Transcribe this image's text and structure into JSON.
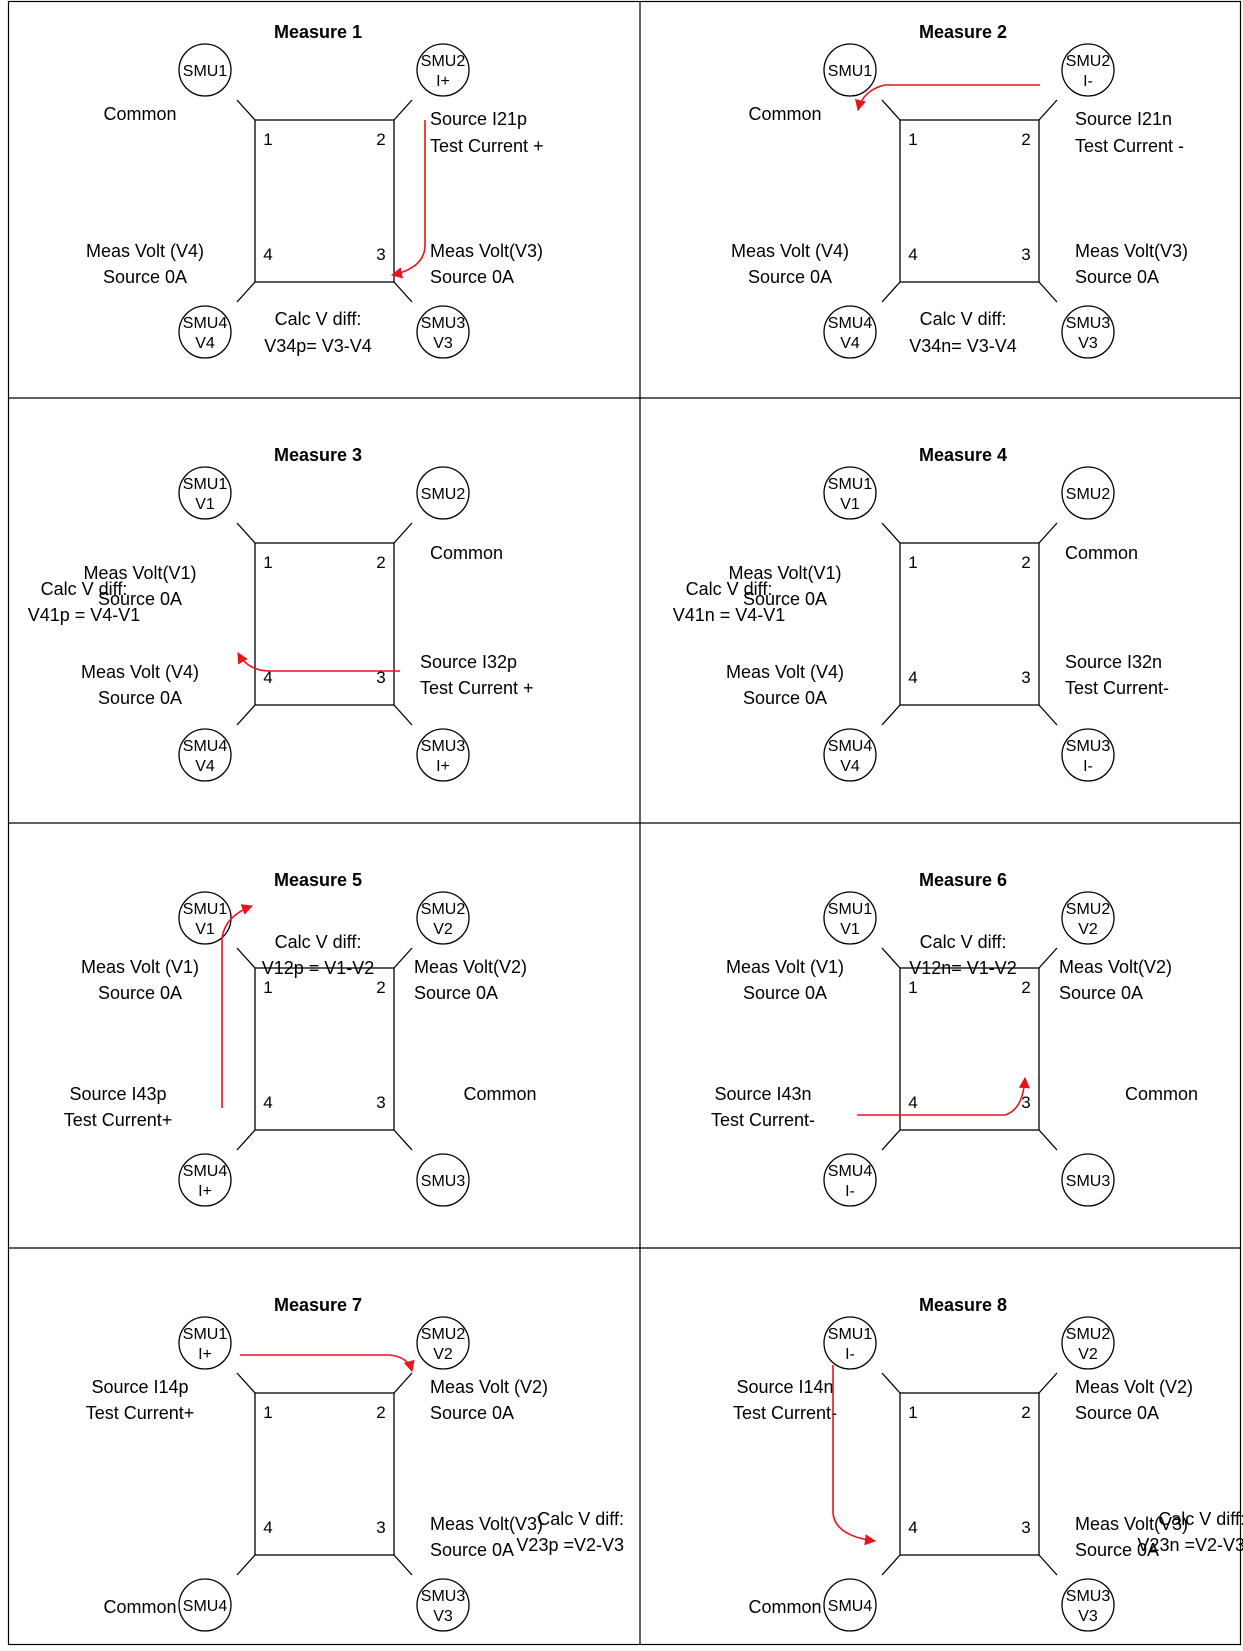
{
  "colors": {
    "arrow": "#e8141b",
    "line": "#000000"
  },
  "panels": [
    {
      "title": "Measure 1",
      "smus": [
        {
          "name": "SMU1",
          "sub": ""
        },
        {
          "name": "SMU2",
          "sub": "I+"
        },
        {
          "name": "SMU3",
          "sub": "V3"
        },
        {
          "name": "SMU4",
          "sub": "V4"
        }
      ],
      "labels": [
        {
          "pos": "tl",
          "lines": [
            "Common"
          ]
        },
        {
          "pos": "tr",
          "lines": [
            "Source I21p",
            "Test Current +"
          ]
        },
        {
          "pos": "bl",
          "lines": [
            "Meas Volt (V4)",
            "Source 0A"
          ]
        },
        {
          "pos": "br",
          "lines": [
            "Meas Volt(V3)",
            "Source 0A"
          ]
        },
        {
          "pos": "bc",
          "lines": [
            "Calc V diff:",
            "V34p= V3-V4"
          ]
        }
      ],
      "arrow": "right-down"
    },
    {
      "title": "Measure 2",
      "smus": [
        {
          "name": "SMU1",
          "sub": ""
        },
        {
          "name": "SMU2",
          "sub": "I-"
        },
        {
          "name": "SMU3",
          "sub": "V3"
        },
        {
          "name": "SMU4",
          "sub": "V4"
        }
      ],
      "labels": [
        {
          "pos": "tl",
          "lines": [
            "Common"
          ]
        },
        {
          "pos": "tr",
          "lines": [
            "Source I21n",
            "Test Current -"
          ]
        },
        {
          "pos": "bl",
          "lines": [
            "Meas Volt (V4)",
            "Source 0A"
          ]
        },
        {
          "pos": "br",
          "lines": [
            "Meas Volt(V3)",
            "Source 0A"
          ]
        },
        {
          "pos": "bc",
          "lines": [
            "Calc V diff:",
            "V34n= V3-V4"
          ]
        }
      ],
      "arrow": "top-left"
    },
    {
      "title": "Measure 3",
      "smus": [
        {
          "name": "SMU1",
          "sub": "V1"
        },
        {
          "name": "SMU2",
          "sub": ""
        },
        {
          "name": "SMU3",
          "sub": "I+"
        },
        {
          "name": "SMU4",
          "sub": "V4"
        }
      ],
      "labels": [
        {
          "pos": "tl",
          "lines": [
            "Meas Volt(V1)",
            "Source 0A"
          ]
        },
        {
          "pos": "tr",
          "lines": [
            "Common"
          ]
        },
        {
          "pos": "ml",
          "lines": [
            "Calc V diff:",
            "V41p = V4-V1"
          ]
        },
        {
          "pos": "bl",
          "lines": [
            "Meas Volt (V4)",
            "Source 0A"
          ]
        },
        {
          "pos": "br",
          "lines": [
            "Source I32p",
            "Test Current +"
          ]
        }
      ],
      "arrow": "bottom-left"
    },
    {
      "title": "Measure 4",
      "smus": [
        {
          "name": "SMU1",
          "sub": "V1"
        },
        {
          "name": "SMU2",
          "sub": ""
        },
        {
          "name": "SMU3",
          "sub": "I-"
        },
        {
          "name": "SMU4",
          "sub": "V4"
        }
      ],
      "labels": [
        {
          "pos": "tl",
          "lines": [
            "Meas Volt(V1)",
            "Source 0A"
          ]
        },
        {
          "pos": "tr",
          "lines": [
            "Common"
          ]
        },
        {
          "pos": "ml",
          "lines": [
            "Calc V diff:",
            "V41n = V4-V1"
          ]
        },
        {
          "pos": "bl",
          "lines": [
            "Meas Volt (V4)",
            "Source 0A"
          ]
        },
        {
          "pos": "br",
          "lines": [
            "Source I32n",
            "Test Current-"
          ]
        }
      ],
      "arrow": "right-up"
    },
    {
      "title": "Measure 5",
      "smus": [
        {
          "name": "SMU1",
          "sub": "V1"
        },
        {
          "name": "SMU2",
          "sub": "V2"
        },
        {
          "name": "SMU3",
          "sub": ""
        },
        {
          "name": "SMU4",
          "sub": "I+"
        }
      ],
      "labels": [
        {
          "pos": "tc",
          "lines": [
            "Calc V diff:",
            "V12p = V1-V2"
          ]
        },
        {
          "pos": "tl",
          "lines": [
            "Meas Volt (V1)",
            "Source 0A"
          ]
        },
        {
          "pos": "tr",
          "lines": [
            "Meas Volt(V2)",
            "Source 0A"
          ]
        },
        {
          "pos": "bl",
          "lines": [
            "Source I43p",
            "Test Current+"
          ]
        },
        {
          "pos": "br",
          "lines": [
            "Common"
          ]
        }
      ],
      "arrow": "left-up"
    },
    {
      "title": "Measure 6",
      "smus": [
        {
          "name": "SMU1",
          "sub": "V1"
        },
        {
          "name": "SMU2",
          "sub": "V2"
        },
        {
          "name": "SMU3",
          "sub": ""
        },
        {
          "name": "SMU4",
          "sub": "I-"
        }
      ],
      "labels": [
        {
          "pos": "tc",
          "lines": [
            "Calc V diff:",
            "V12n= V1-V2"
          ]
        },
        {
          "pos": "tl",
          "lines": [
            "Meas Volt (V1)",
            "Source 0A"
          ]
        },
        {
          "pos": "tr",
          "lines": [
            "Meas Volt(V2)",
            "Source 0A"
          ]
        },
        {
          "pos": "bl",
          "lines": [
            "Source I43n",
            "Test Current-"
          ]
        },
        {
          "pos": "br",
          "lines": [
            "Common"
          ]
        }
      ],
      "arrow": "bottom-right"
    },
    {
      "title": "Measure 7",
      "smus": [
        {
          "name": "SMU1",
          "sub": "I+"
        },
        {
          "name": "SMU2",
          "sub": "V2"
        },
        {
          "name": "SMU3",
          "sub": "V3"
        },
        {
          "name": "SMU4",
          "sub": ""
        }
      ],
      "labels": [
        {
          "pos": "tl",
          "lines": [
            "Source I14p",
            "Test Current+"
          ]
        },
        {
          "pos": "tr",
          "lines": [
            "Meas Volt (V2)",
            "Source 0A"
          ]
        },
        {
          "pos": "mr",
          "lines": [
            "Calc V diff:",
            "V23p =V2-V3"
          ]
        },
        {
          "pos": "bl",
          "lines": [
            "Common"
          ]
        },
        {
          "pos": "br",
          "lines": [
            "Meas Volt(V3)",
            "Source 0A"
          ]
        }
      ],
      "arrow": "top-right"
    },
    {
      "title": "Measure 8",
      "smus": [
        {
          "name": "SMU1",
          "sub": "I-"
        },
        {
          "name": "SMU2",
          "sub": "V2"
        },
        {
          "name": "SMU3",
          "sub": "V3"
        },
        {
          "name": "SMU4",
          "sub": ""
        }
      ],
      "labels": [
        {
          "pos": "tl",
          "lines": [
            "Source I14n",
            "Test Current-"
          ]
        },
        {
          "pos": "tr",
          "lines": [
            "Meas Volt (V2)",
            "Source 0A"
          ]
        },
        {
          "pos": "mr",
          "lines": [
            "Calc V diff:",
            "V23n =V2-V3"
          ]
        },
        {
          "pos": "bl",
          "lines": [
            "Common"
          ]
        },
        {
          "pos": "br",
          "lines": [
            "Meas Volt(V3)",
            "Source 0A"
          ]
        }
      ],
      "arrow": "left-down"
    }
  ],
  "corner_numbers": [
    "1",
    "2",
    "3",
    "4"
  ]
}
